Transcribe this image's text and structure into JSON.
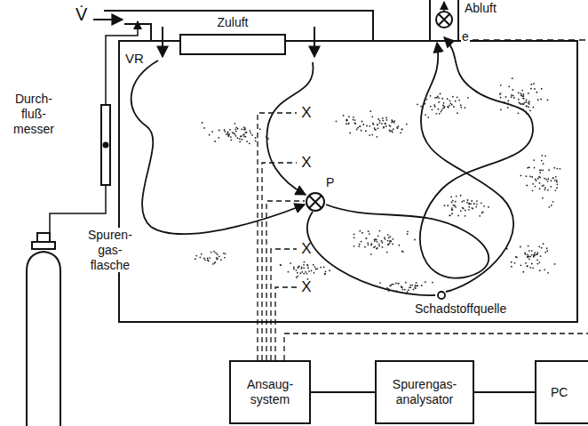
{
  "diagram": {
    "nodes": [
      {
        "text": [
          "VR"
        ]
      },
      {
        "text": [
          "Zuluft"
        ],
        "in": 0
      },
      {
        "text": [
          "Ansaug- system"
        ]
      },
      {
        "text": [
          "Spurengas- analysator"
        ]
      },
      {
        "text": [
          "PC"
        ]
      }
    ],
    "edges": [
      {
        "from": 2,
        "to": 3,
        "arrow": "none"
      },
      {
        "from": 3,
        "to": 4,
        "arrow": "none"
      }
    ],
    "labels": [
      "V̇",
      "Durch- fluß- messer",
      "Spuren- gas- flasche",
      "Abluft",
      "e",
      "P",
      "X",
      "X",
      "X",
      "X",
      "Schadstoffquelle"
    ]
  }
}
